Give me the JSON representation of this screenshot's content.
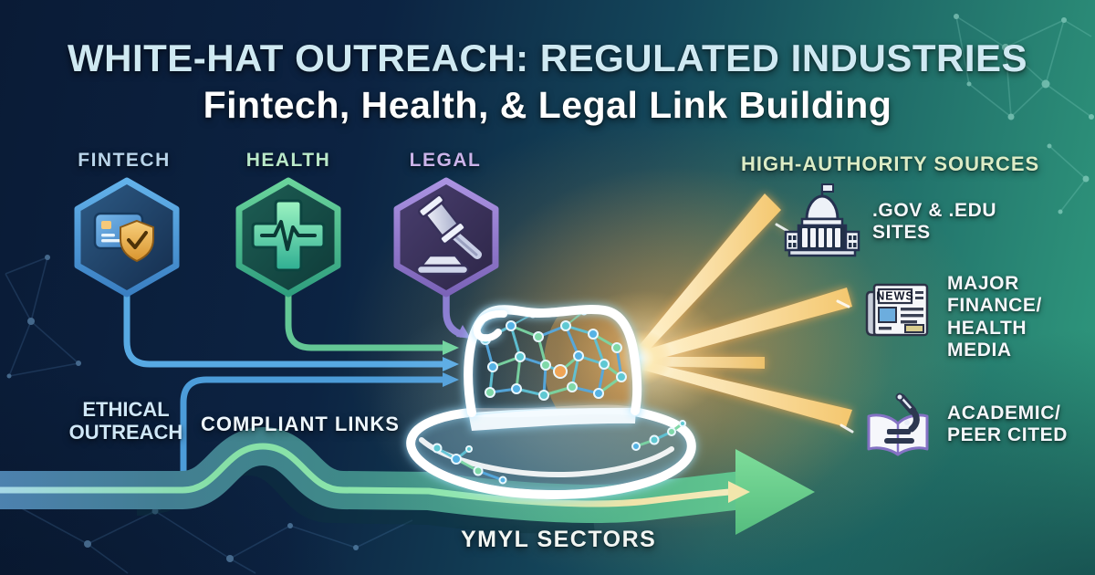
{
  "title": "WHITE-HAT OUTREACH: REGULATED INDUSTRIES",
  "subtitle": "Fintech, Health, & Legal Link Building",
  "sectors": {
    "fintech": {
      "label": "FINTECH",
      "icon": "credit-card-shield-icon"
    },
    "health": {
      "label": "HEALTH",
      "icon": "medical-cross-icon"
    },
    "legal": {
      "label": "LEGAL",
      "icon": "gavel-icon"
    }
  },
  "flow": {
    "ethical_outreach_lines": [
      "ETHICAL",
      "OUTREACH"
    ],
    "compliant_links": "COMPLIANT LINKS",
    "ymyl_sectors": "YMYL SECTORS"
  },
  "sources": {
    "heading": "HIGH-AUTHORITY SOURCES",
    "items": [
      {
        "icon": "capitol-building-icon",
        "lines": [
          ".GOV & .EDU",
          "SITES"
        ]
      },
      {
        "icon": "newspaper-icon",
        "badge": "NEWS",
        "lines": [
          "MAJOR",
          "FINANCE/",
          "HEALTH",
          "MEDIA"
        ]
      },
      {
        "icon": "microscope-book-icon",
        "lines": [
          "ACADEMIC/",
          "PEER CITED"
        ]
      }
    ]
  },
  "colors": {
    "background_navy": "#0a1b36",
    "background_teal": "#2f9b7e",
    "title_tint": "#cfe9f2",
    "fintech_accent": "#4e9ad8",
    "health_accent": "#5ecb8e",
    "legal_accent": "#9d86d8",
    "ray_gold": "#f4c76e",
    "arrow_green": "#6fd392",
    "hat_neon": "#ffffff"
  }
}
